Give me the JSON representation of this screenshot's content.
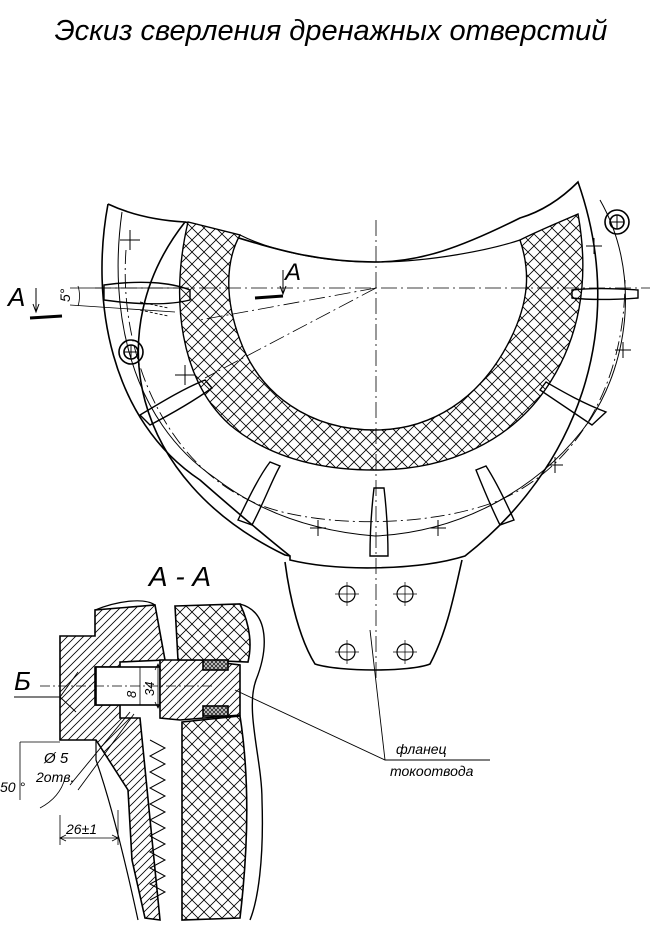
{
  "title": "Эскиз сверления дренажных отверстий",
  "labels": {
    "section_mark": "А",
    "section_title": "А - А",
    "detail_mark": "Б",
    "angle_5": "5°",
    "angle_50": "50 °",
    "hole_diameter": "Ø 5",
    "hole_count": "2отв.",
    "dim_8": "8",
    "dim_34": "34",
    "dim_26": "26±1",
    "flange_line1": "фланец",
    "flange_line2": "токоотвода"
  }
}
